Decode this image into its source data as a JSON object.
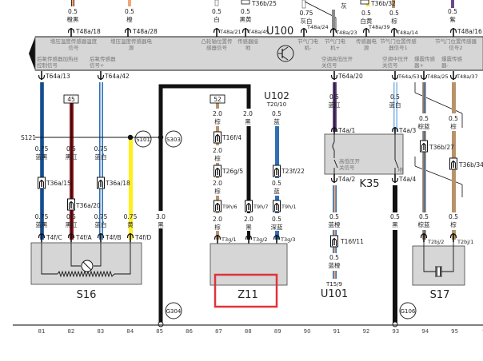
{
  "header_module": {
    "name": "U100",
    "top_pins": [
      {
        "pin": "T48a/18",
        "gauge": "0.5",
        "color": "橙黑",
        "label": "增压温度传感器温度信号"
      },
      {
        "pin": "T48a/28",
        "gauge": "0.5",
        "color": "橙",
        "label": "增压温度传感器电源"
      },
      {
        "pin": "T48a/21",
        "gauge": "0.5",
        "color": "白",
        "label": "凸轮轴位置传感器信号"
      },
      {
        "pin": "T48a/45",
        "gauge": "0.5",
        "color": "黑黄",
        "label": "传感器接地"
      },
      {
        "pin": "T48a/24",
        "gauge": "0.75",
        "color": "灰白",
        "label": "节气门电机-"
      },
      {
        "pin": "T48a/23",
        "gauge": "",
        "color": "灰",
        "label": "节气门电机+"
      },
      {
        "pin": "T48a/39",
        "gauge": "0.5",
        "color": "白黄",
        "label": "传感器电源"
      },
      {
        "pin": "T48a/14",
        "gauge": "0.5",
        "color": "棕",
        "label": "节气门位置传感器信号1"
      },
      {
        "pin": "T48a/16",
        "gauge": "0.5",
        "color": "紫",
        "label": "节气门位置传感器信号2"
      }
    ],
    "top_connectors": [
      "T36b/25",
      "T36b/32"
    ],
    "bottom_labels": [
      "后氧传感器加热丝控制信号",
      "后氧传感器信号+",
      "空调高低压开关信号",
      "空调中压开关信号",
      "爆震传感器+",
      "爆震传感器-"
    ],
    "bottom_pins": [
      "T64a/13",
      "T64a/42",
      "T64a/20",
      "T64a/53",
      "T48a/25",
      "T48a/37"
    ]
  },
  "wires": {
    "s16_wires": [
      {
        "gauge": "0.75",
        "color": "蓝黑",
        "connector": "T36a/15",
        "pin": "T4f/C"
      },
      {
        "gauge": "0.5",
        "color": "黑红",
        "connector": "T36a/20",
        "pin": "T4f/A",
        "fuse": "45"
      },
      {
        "gauge": "0.75",
        "color": "蓝白",
        "connector": "T36a/18",
        "pin": "T4f/B"
      },
      {
        "gauge": "0.75",
        "color": "黄",
        "connector": "",
        "pin": "T4f/D"
      }
    ],
    "splice_left": "S121",
    "splice_nodes": [
      "S101",
      "S303"
    ],
    "ground_wire": {
      "gauge": "3.0",
      "color": "黑",
      "ground": "G304"
    },
    "z11_wires": [
      {
        "fuse": "52",
        "gauge1": "2.0",
        "color1": "棕",
        "conn1": "T16f/4",
        "gauge2": "2.0",
        "color2": "棕",
        "conn2": "T26g/5",
        "gauge3": "2.0",
        "color3": "棕",
        "conn3": "T9h/6",
        "gauge4": "2.0",
        "color4": "棕",
        "pin": "T3g/1"
      },
      {
        "gauge1": "2.0",
        "color1": "黑",
        "conn3": "T9h/7",
        "gauge4": "2.0",
        "color4": "黑",
        "pin": "T3g/2"
      },
      {
        "module": "U102",
        "module_pin": "T20/10",
        "gauge1": "0.5",
        "color1": "蓝",
        "conn2": "T23f/22",
        "gauge2": "0.5",
        "color2": "蓝",
        "conn3": "T9h/1",
        "gauge4": "0.5",
        "color4": "深蓝",
        "pin": "T3g/3"
      }
    ],
    "k35_wires": [
      {
        "gauge": "0.5",
        "color": "蓝红",
        "pin_in": "T4a/1",
        "pin_out": "T4a/2",
        "gauge2": "0.5",
        "color2": "蓝橙",
        "conn": "T16f/11",
        "gauge3": "0.5",
        "color3": "蓝橙",
        "end_pin": "T15/9",
        "end_module": "U101"
      },
      {
        "gauge": "0.5",
        "color": "蓝白",
        "pin_in": "T4a/3",
        "pin_out": "T4a/4",
        "gauge2": "0.5",
        "color2": "黑",
        "ground": "G106"
      }
    ],
    "s17_wires": [
      {
        "gauge": "0.5",
        "color": "棕蓝",
        "conn": "T36b/27",
        "gauge2": "0.5",
        "color2": "棕蓝",
        "pin": "T2bj/2"
      },
      {
        "gauge": "0.5",
        "color": "棕",
        "conn": "T36b/34",
        "gauge2": "0.5",
        "color2": "棕",
        "pin": "T2bj/1"
      }
    ]
  },
  "components": {
    "s16": "S16",
    "z11": "Z11",
    "k35": "K35",
    "k35_label1": "高低压开关信号",
    "k35_label2": "地",
    "s17": "S17",
    "u101": "U101",
    "u102": "U102"
  },
  "grid_numbers": [
    "81",
    "82",
    "83",
    "84",
    "85",
    "86",
    "87",
    "88",
    "89",
    "90",
    "91",
    "92",
    "93",
    "94",
    "95",
    "9"
  ],
  "highlight": {
    "target": "Z11",
    "color": "#e0333a"
  },
  "colors": {
    "blue": "#2f6fb6",
    "dark_blue": "#163a66",
    "light_blue": "#7fb4e6",
    "red": "#9a1e24",
    "yellow": "#ffef1a",
    "brown": "#b8936a",
    "black": "#1a1a1a",
    "purple": "#6b4a86",
    "orange": "#f0a878",
    "gray": "#8a8a8a",
    "module_fill": "#d6d6d6"
  }
}
